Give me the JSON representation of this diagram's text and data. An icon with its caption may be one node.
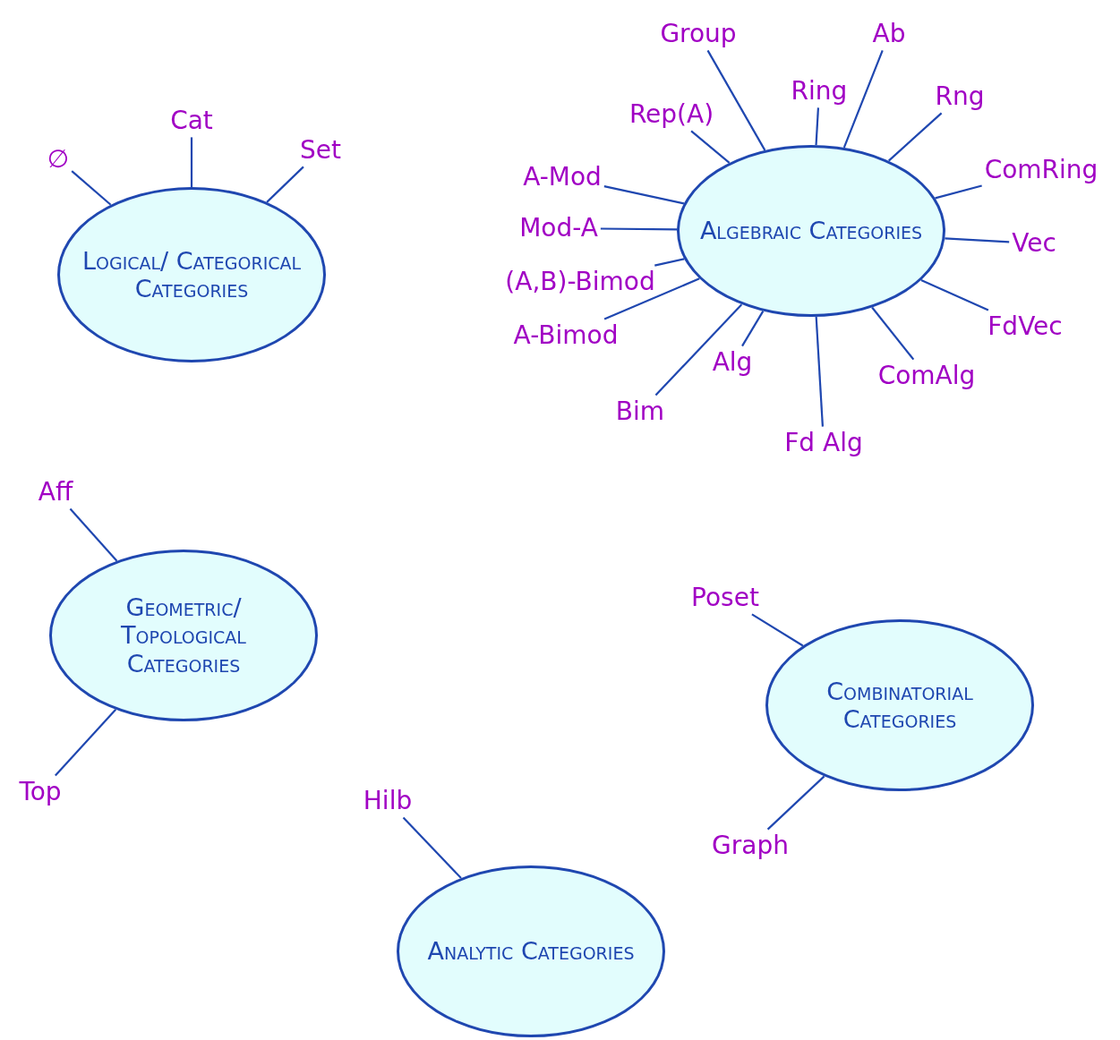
{
  "diagram": {
    "nodes": [
      {
        "text": [
          "Logical/ Categorical Categories"
        ]
      },
      {
        "text": [
          "∅"
        ]
      },
      {
        "text": [
          "Cat"
        ]
      },
      {
        "text": [
          "Set"
        ]
      },
      {
        "text": [
          "Algebraic Categories"
        ]
      },
      {
        "text": [
          "Group"
        ]
      },
      {
        "text": [
          "Ab"
        ]
      },
      {
        "text": [
          "Ring"
        ]
      },
      {
        "text": [
          "Rep(A)"
        ]
      },
      {
        "text": [
          "Rng"
        ]
      },
      {
        "text": [
          "ComRing"
        ]
      },
      {
        "text": [
          "A-Mod"
        ]
      },
      {
        "text": [
          "Mod-A"
        ]
      },
      {
        "text": [
          "Vec"
        ]
      },
      {
        "text": [
          "(A,B)-Bimod"
        ]
      },
      {
        "text": [
          "A-Bimod"
        ]
      },
      {
        "text": [
          "FdVec"
        ]
      },
      {
        "text": [
          "Alg"
        ]
      },
      {
        "text": [
          "ComAlg"
        ]
      },
      {
        "text": [
          "Bim"
        ]
      },
      {
        "text": [
          "Fd Alg"
        ]
      },
      {
        "text": [
          "Geometric/ Topological Categories"
        ]
      },
      {
        "text": [
          "Aff"
        ]
      },
      {
        "text": [
          "Top"
        ]
      },
      {
        "text": [
          "Combinatorial Categories"
        ]
      },
      {
        "text": [
          "Poset"
        ]
      },
      {
        "text": [
          "Graph"
        ]
      },
      {
        "text": [
          "Analytic Categories"
        ]
      },
      {
        "text": [
          "Hilb"
        ]
      }
    ],
    "edges": [
      {
        "from": 1,
        "to": 0,
        "arrow": "none"
      },
      {
        "from": 2,
        "to": 0,
        "arrow": "none"
      },
      {
        "from": 3,
        "to": 0,
        "arrow": "none"
      },
      {
        "from": 5,
        "to": 4,
        "arrow": "none"
      },
      {
        "from": 6,
        "to": 4,
        "arrow": "none"
      },
      {
        "from": 7,
        "to": 4,
        "arrow": "none"
      },
      {
        "from": 8,
        "to": 4,
        "arrow": "none"
      },
      {
        "from": 9,
        "to": 4,
        "arrow": "none"
      },
      {
        "from": 10,
        "to": 4,
        "arrow": "none"
      },
      {
        "from": 11,
        "to": 4,
        "arrow": "none"
      },
      {
        "from": 12,
        "to": 4,
        "arrow": "none"
      },
      {
        "from": 13,
        "to": 4,
        "arrow": "none"
      },
      {
        "from": 14,
        "to": 4,
        "arrow": "none"
      },
      {
        "from": 15,
        "to": 4,
        "arrow": "none"
      },
      {
        "from": 16,
        "to": 4,
        "arrow": "none"
      },
      {
        "from": 17,
        "to": 4,
        "arrow": "none"
      },
      {
        "from": 18,
        "to": 4,
        "arrow": "none"
      },
      {
        "from": 19,
        "to": 4,
        "arrow": "none"
      },
      {
        "from": 20,
        "to": 4,
        "arrow": "none"
      },
      {
        "from": 22,
        "to": 21,
        "arrow": "none"
      },
      {
        "from": 23,
        "to": 21,
        "arrow": "none"
      },
      {
        "from": 25,
        "to": 24,
        "arrow": "none"
      },
      {
        "from": 26,
        "to": 24,
        "arrow": "none"
      },
      {
        "from": 28,
        "to": 27,
        "arrow": "none"
      }
    ]
  }
}
